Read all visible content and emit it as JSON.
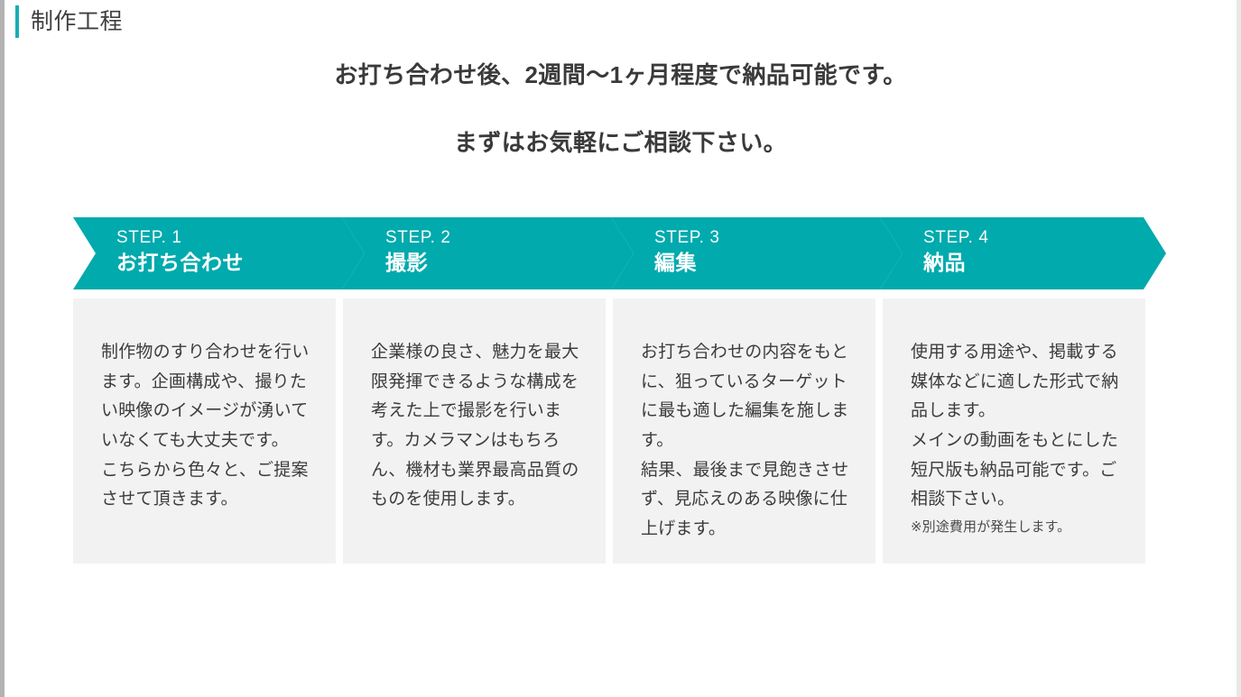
{
  "section": {
    "heading": "制作工程",
    "accent_color": "#16aeb4"
  },
  "lead": {
    "line1": "お打ち合わせ後、2週間〜1ヶ月程度で納品可能です。",
    "line2": "まずはお気軽にご相談下さい。"
  },
  "theme": {
    "arrow_color": "#00aaad",
    "card_background": "#f2f2f2",
    "text_color": "#3c3c3c"
  },
  "steps": [
    {
      "number": "STEP. 1",
      "title": "お打ち合わせ",
      "body": "制作物のすり合わせを行います。企画構成や、撮りたい映像のイメージが湧いていなくても大丈夫です。\nこちらから色々と、ご提案させて頂きます。",
      "note": ""
    },
    {
      "number": "STEP. 2",
      "title": "撮影",
      "body": "企業様の良さ、魅力を最大限発揮できるような構成を考えた上で撮影を行います。カメラマンはもちろん、機材も業界最高品質のものを使用します。",
      "note": ""
    },
    {
      "number": "STEP. 3",
      "title": "編集",
      "body": "お打ち合わせの内容をもとに、狙っているターゲットに最も適した編集を施します。\n結果、最後まで見飽きさせず、見応えのある映像に仕上げます。",
      "note": ""
    },
    {
      "number": "STEP. 4",
      "title": "納品",
      "body": "使用する用途や、掲載する媒体などに適した形式で納品します。\nメインの動画をもとにした短尺版も納品可能です。ご相談下さい。",
      "note": "※別途費用が発生します。"
    }
  ]
}
